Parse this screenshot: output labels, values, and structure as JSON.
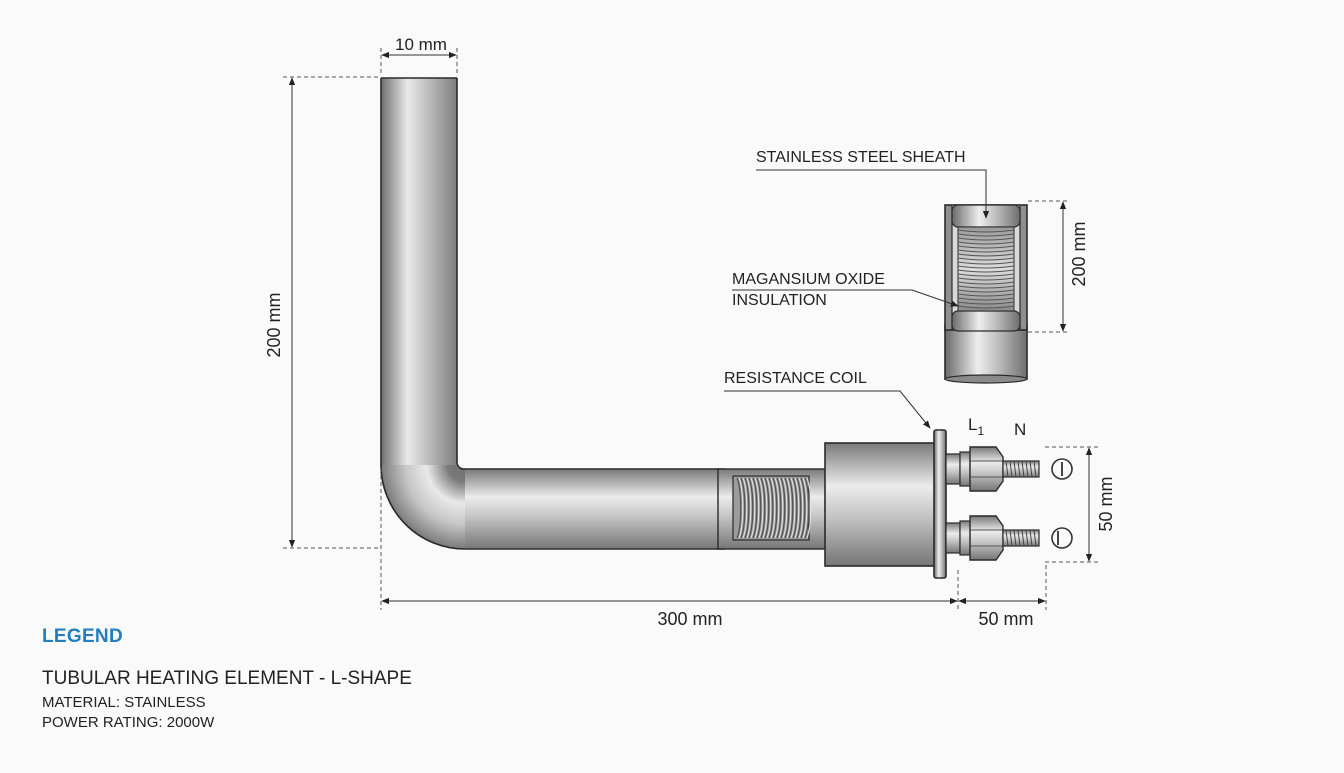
{
  "colors": {
    "legend_title": "#1f7fbf",
    "metal_dark": "#7a7a7a",
    "metal_light": "#f2f2f2",
    "line": "#2a2a2a"
  },
  "dimensions": {
    "top_width": "10 mm",
    "vertical_length": "200 mm",
    "horizontal_length": "300 mm",
    "terminal_length": "50 mm",
    "terminal_spacing": "50 mm",
    "section_height": "200 mm"
  },
  "callouts": {
    "sheath": "STAINLESS STEEL SHEATH",
    "insulation_line1": "MAGANSIUM OXIDE",
    "insulation_line2": "INSULATION",
    "coil": "RESISTANCE COIL"
  },
  "terminals": {
    "line": "L",
    "line_sub": "1",
    "neutral": "N"
  },
  "legend": {
    "title": "LEGEND",
    "name": "TUBULAR HEATING ELEMENT - L-SHAPE",
    "material": "MATERIAL: STAINLESS",
    "power": "POWER RATING: 2000W"
  }
}
